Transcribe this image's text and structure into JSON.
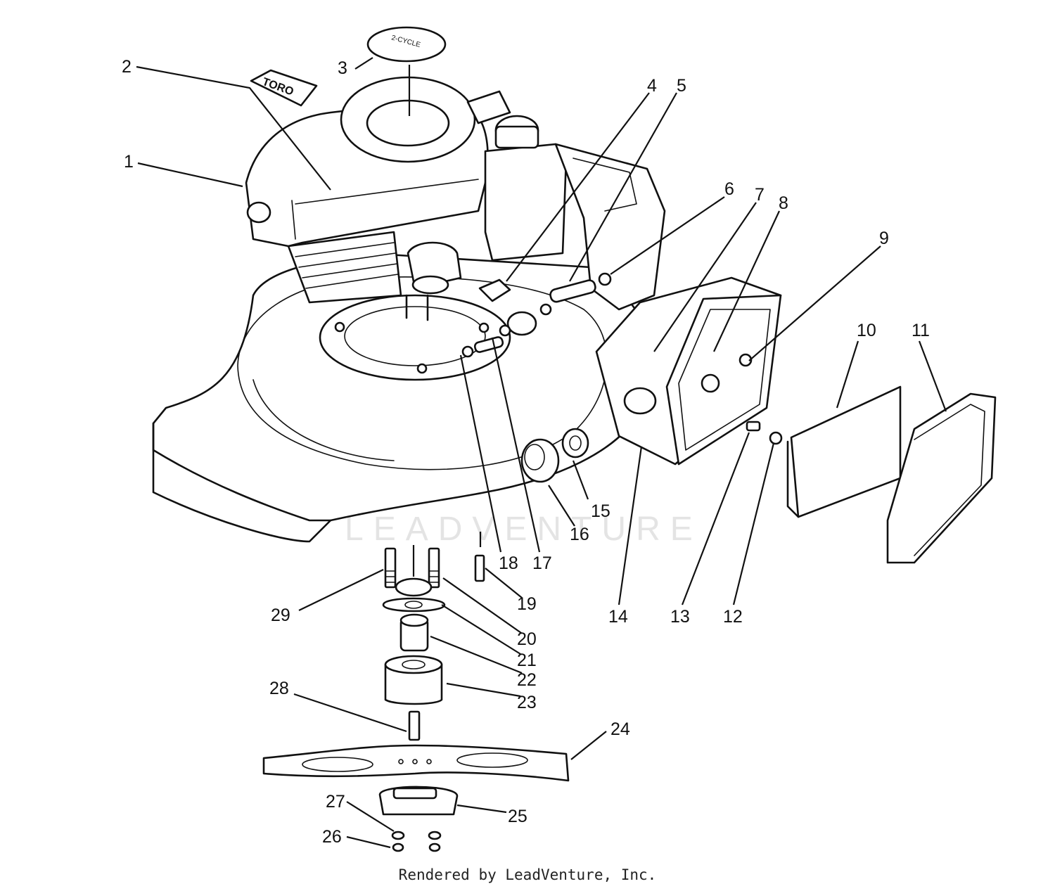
{
  "watermark": "LEADVENTURE",
  "footer": "Rendered by LeadVenture, Inc.",
  "decals": {
    "brand": "TORO",
    "engine_type": "2-CYCLE"
  },
  "parts": [
    {
      "number": "1"
    },
    {
      "number": "2"
    },
    {
      "number": "3"
    },
    {
      "number": "4"
    },
    {
      "number": "5"
    },
    {
      "number": "6"
    },
    {
      "number": "7"
    },
    {
      "number": "8"
    },
    {
      "number": "9"
    },
    {
      "number": "10"
    },
    {
      "number": "11"
    },
    {
      "number": "12"
    },
    {
      "number": "13"
    },
    {
      "number": "14"
    },
    {
      "number": "15"
    },
    {
      "number": "16"
    },
    {
      "number": "17"
    },
    {
      "number": "18"
    },
    {
      "number": "19"
    },
    {
      "number": "20"
    },
    {
      "number": "21"
    },
    {
      "number": "22"
    },
    {
      "number": "23"
    },
    {
      "number": "24"
    },
    {
      "number": "25"
    },
    {
      "number": "26"
    },
    {
      "number": "27"
    },
    {
      "number": "28"
    },
    {
      "number": "29"
    }
  ]
}
